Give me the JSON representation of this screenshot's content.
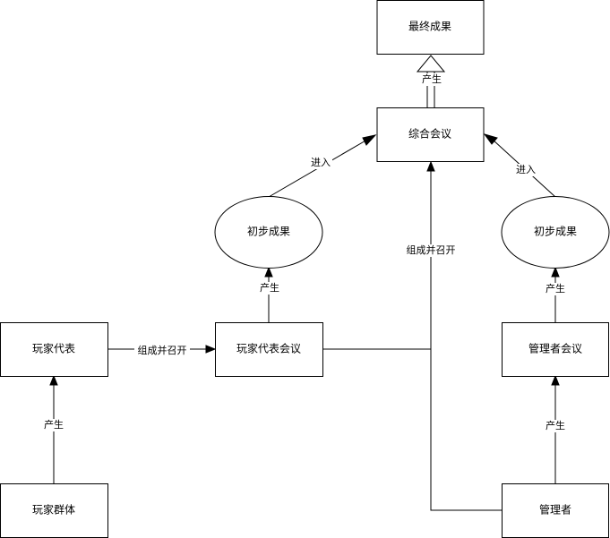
{
  "nodes": {
    "final_result": "最终成果",
    "joint_meeting": "综合会议",
    "prelim_left": "初步成果",
    "prelim_right": "初步成果",
    "player_rep": "玩家代表",
    "rep_meeting": "玩家代表会议",
    "manager_meeting": "管理者会议",
    "player_group": "玩家群体",
    "manager": "管理者"
  },
  "edges": {
    "produce_final": "产生",
    "enter_left": "进入",
    "enter_right": "进入",
    "organize_center": "组成并召开",
    "produce_prelim_left": "产生",
    "produce_prelim_right": "产生",
    "organize_rep": "组成并召开",
    "produce_rep": "产生",
    "produce_manager_meeting": "产生"
  }
}
